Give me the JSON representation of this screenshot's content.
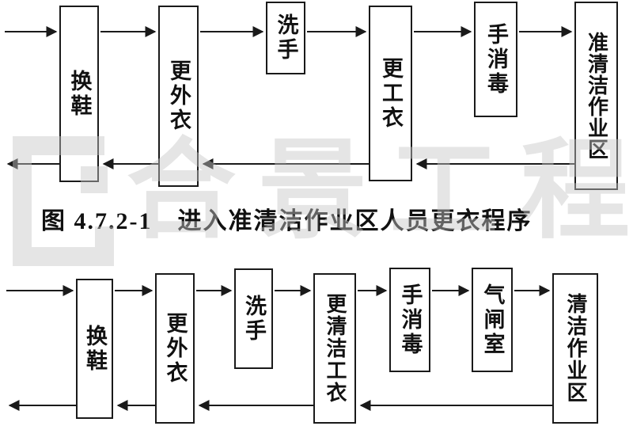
{
  "caption": "图 4.7.2-1　进入准清洁作业区人员更衣程序",
  "watermark": {
    "text": "合景工程"
  },
  "charts": [
    {
      "name": "enter-semi-clean-area-procedure",
      "boxes": [
        "换鞋",
        "更外衣",
        "洗手",
        "更工衣",
        "手消毒",
        "准清洁作业区"
      ]
    },
    {
      "name": "enter-clean-area-procedure",
      "boxes": [
        "换鞋",
        "更外衣",
        "洗手",
        "更清洁工衣",
        "手消毒",
        "气闸室",
        "清洁作业区"
      ]
    }
  ]
}
